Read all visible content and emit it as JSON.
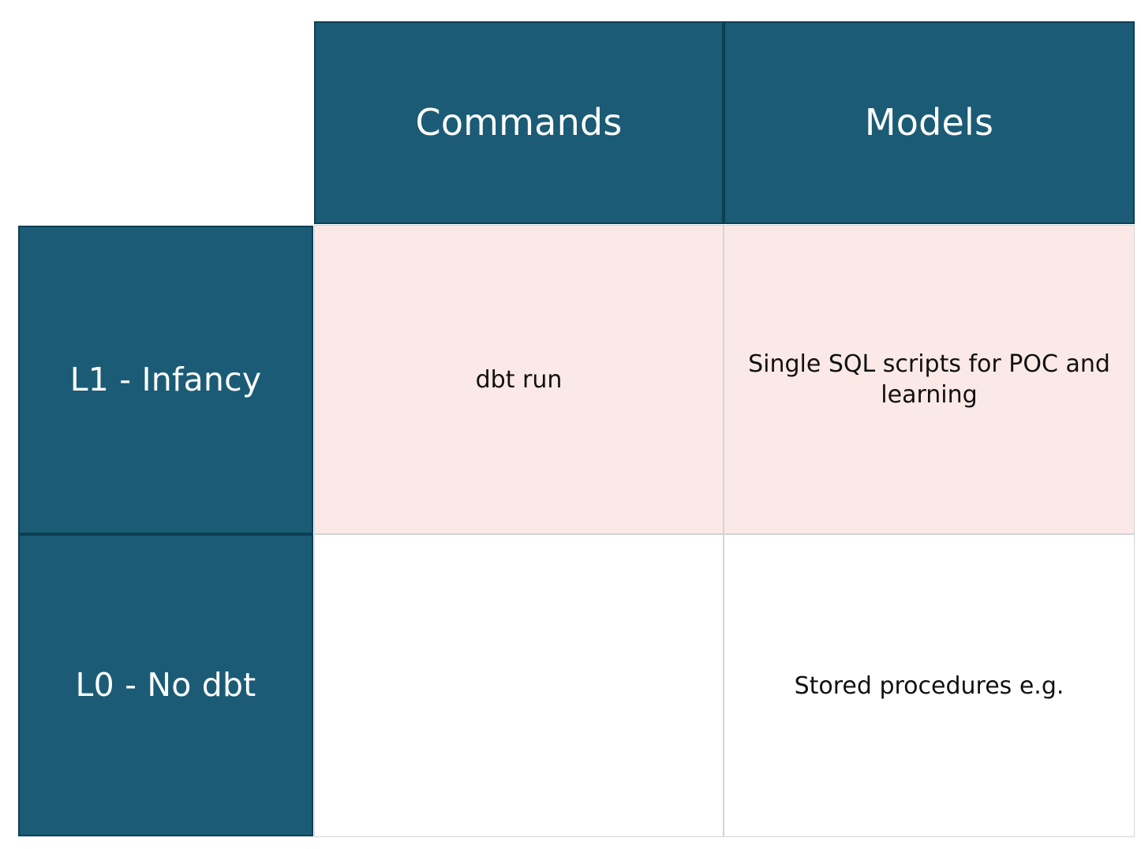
{
  "matrix": {
    "corner_cell": "",
    "column_headers": [
      {
        "id": "commands",
        "label": "Commands"
      },
      {
        "id": "models",
        "label": "Models"
      }
    ],
    "rows": [
      {
        "id": "l1",
        "header": "L1 - Infancy",
        "highlight": true,
        "cells": [
          {
            "column": "commands",
            "text": "dbt run"
          },
          {
            "column": "models",
            "text": "Single SQL scripts for POC and learning"
          }
        ]
      },
      {
        "id": "l0",
        "header": "L0 - No dbt",
        "highlight": false,
        "cells": [
          {
            "column": "commands",
            "text": ""
          },
          {
            "column": "models",
            "text": "Stored procedures e.g."
          }
        ]
      }
    ]
  },
  "colors": {
    "header_fill": "#1B5B75",
    "header_border": "#0E3F53",
    "header_text": "#FFFFFF",
    "row_highlight_fill": "#FBE9E7",
    "row_plain_fill": "#FFFFFF",
    "cell_border": "#D2D5D6",
    "cell_text": "#111111",
    "page_background": "#FFFFFF"
  }
}
